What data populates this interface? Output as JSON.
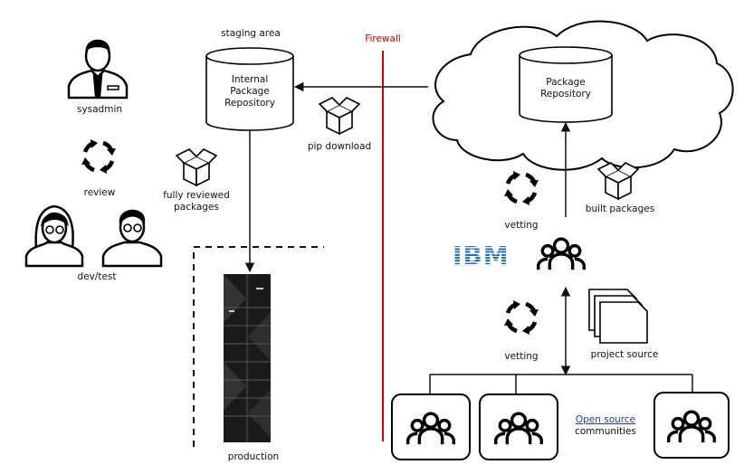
{
  "labels": {
    "staging_area": "staging area",
    "firewall": "Firewall",
    "internal_repo": [
      "Internal",
      "Package",
      "Repository"
    ],
    "package_repo": [
      "Package",
      "Repository"
    ],
    "pip_download": "pip download",
    "sysadmin": "sysadmin",
    "review": "review",
    "dev_test": "dev/test",
    "fully_reviewed": [
      "fully reviewed",
      "packages"
    ],
    "vetting_top": "vetting",
    "built_packages": "built packages",
    "vetting_bottom": "vetting",
    "project_source": "project source",
    "open_source": "Open source",
    "communities": "communities",
    "production": "production",
    "ibm": "IBM"
  },
  "icons": [
    "sysadmin-person-icon",
    "review-cycle-icon",
    "woman-person-icon",
    "man-person-icon",
    "package-box-icon",
    "cloud-icon",
    "database-icon",
    "ibm-logo",
    "group-icon",
    "vetting-cycle-icon",
    "document-stack-icon",
    "server-rack-icon"
  ],
  "colors": {
    "firewall": "#d40000",
    "ibm_blue": "#1f70c1",
    "link": "#1a3cc8"
  }
}
